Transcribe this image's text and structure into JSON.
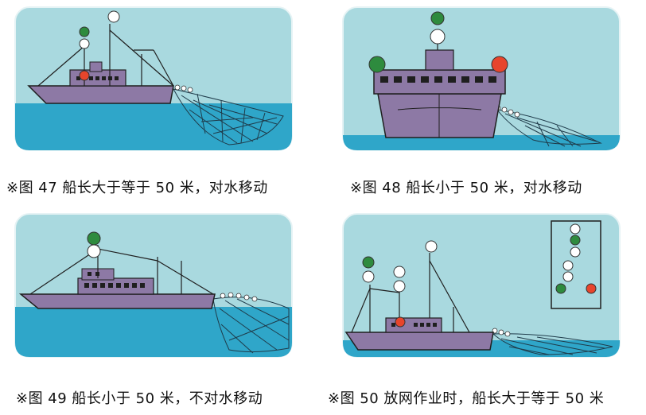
{
  "figures": [
    {
      "caption": "※图 47 船长大于等于 50 米，对水移动"
    },
    {
      "caption": "※图 48 船长小于 50 米，对水移动"
    },
    {
      "caption": "※图 49 船长小于 50 米，不对水移动"
    },
    {
      "caption": "※图 50 放网作业时，船长大于等于 50 米"
    }
  ],
  "colors": {
    "sky": "#a9d9df",
    "sea": "#2fa6c9",
    "hull": "#8d79a5",
    "outline": "#1f1f1f",
    "light_green": "#2e8b3e",
    "light_red": "#e8452c",
    "light_white": "#ffffff"
  }
}
